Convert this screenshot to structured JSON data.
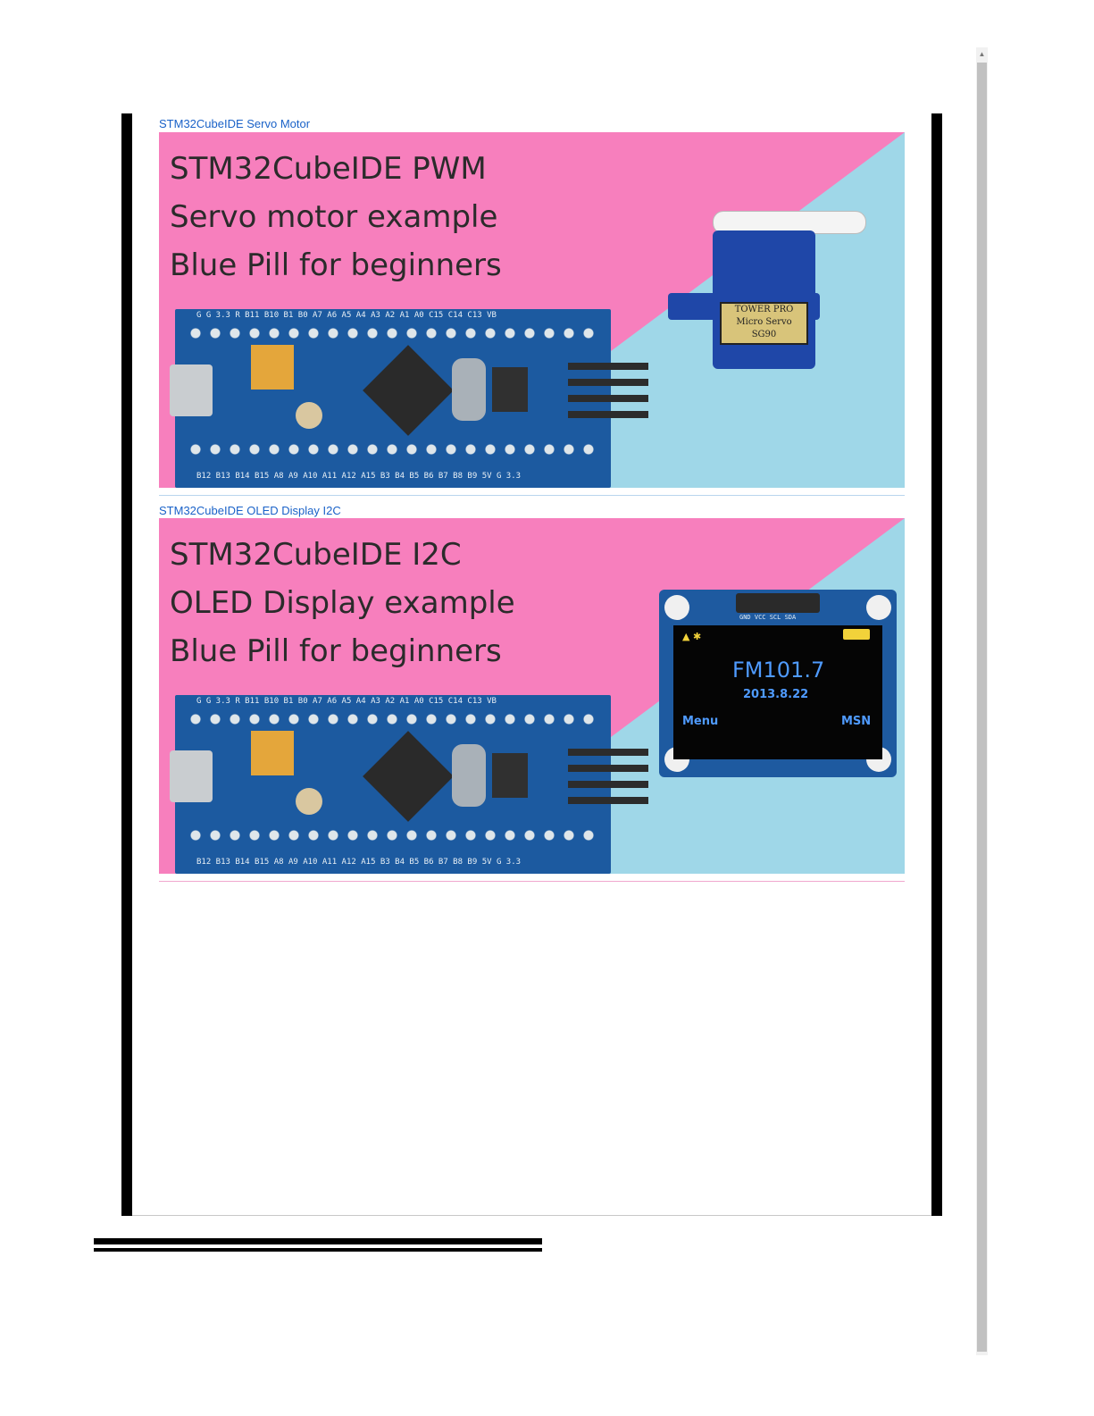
{
  "cards": [
    {
      "link_text": "STM32CubeIDE Servo Motor",
      "headline": [
        "STM32CubeIDE PWM",
        "Servo motor example",
        "Blue Pill for beginners"
      ],
      "servo_label": [
        "TOWER PRO",
        "Micro Servo",
        "SG90"
      ]
    },
    {
      "link_text": "STM32CubeIDE OLED Display I2C",
      "headline": [
        "STM32CubeIDE I2C",
        "OLED Display example",
        "Blue Pill for beginners"
      ],
      "oled": {
        "pin_labels": "GND VCC SCL SDA",
        "freq": "FM101.7",
        "date": "2013.8.22",
        "left_soft": "Menu",
        "right_soft": "MSN"
      }
    }
  ],
  "board_silk_top": "G G 3.3 R B11 B10 B1 B0 A7 A6 A5 A4 A3 A2 A1 A0 C15 C14 C13 VB",
  "board_silk_bottom": "B12 B13 B14 B15 A8 A9 A10 A11 A12 A15 B3 B4 B5 B6 B7 B8 B9 5V G 3.3",
  "colors": {
    "link": "#1a62c8",
    "pink": "#f77fbd",
    "sky": "#9fd7e8",
    "board": "#1c5aa0"
  }
}
